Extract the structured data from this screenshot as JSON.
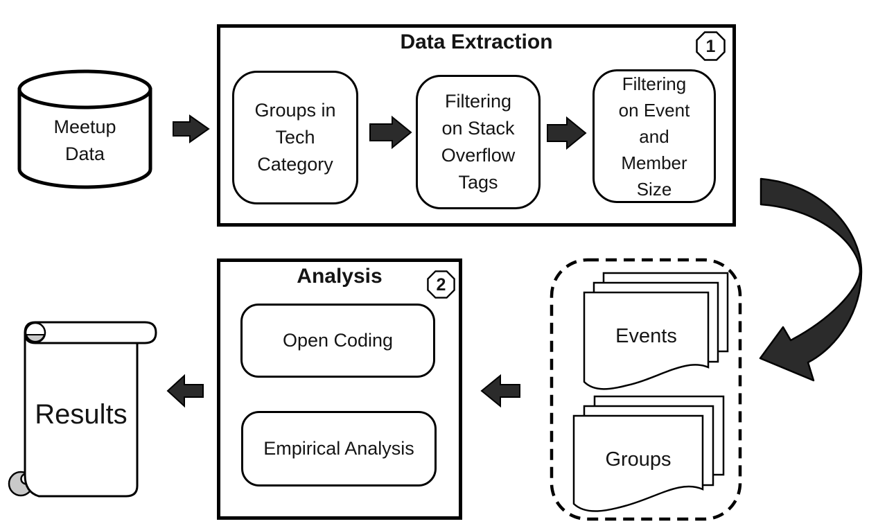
{
  "source": {
    "label": "Meetup\nData"
  },
  "extraction": {
    "title": "Data Extraction",
    "badge": "1",
    "steps": [
      "Groups in\nTech\nCategory",
      "Filtering\non Stack\nOverflow\nTags",
      "Filtering\non Event\nand\nMember\nSize"
    ]
  },
  "datasets": {
    "items": [
      "Events",
      "Groups"
    ]
  },
  "analysis": {
    "title": "Analysis",
    "badge": "2",
    "steps": [
      "Open Coding",
      "Empirical Analysis"
    ]
  },
  "results": {
    "label": "Results"
  },
  "colors": {
    "outline": "#000000",
    "arrow_fill": "#2b2b2b",
    "paper": "#ffffff",
    "curl_gray": "#c9c9c9"
  }
}
